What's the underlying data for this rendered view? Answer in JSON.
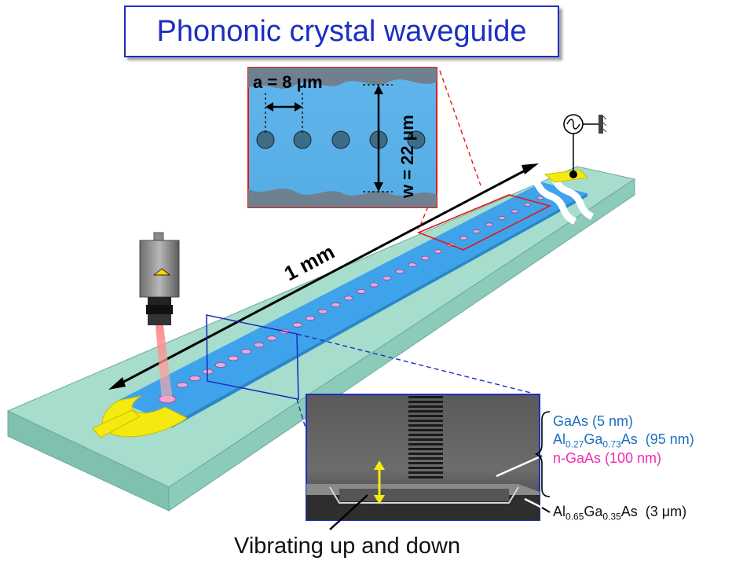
{
  "title": "Phononic crystal waveguide",
  "length_label": "1 mm",
  "inset_top": {
    "period_label": "a = 8 μm",
    "width_label": "w = 22 μm"
  },
  "layers": [
    {
      "text": "GaAs (5 nm)",
      "color": "#1c6fc0"
    },
    {
      "text": "Al0.27Ga0.73As  (95 nm)",
      "color": "#1c6fc0",
      "sub": true
    },
    {
      "text": "n-GaAs (100 nm)",
      "color": "#ee2fb0"
    }
  ],
  "substrate_label": "Al0.65Ga0.35As  (3 μm)",
  "caption": "Vibrating up and down",
  "colors": {
    "title": "#1c2fc0",
    "substrate": "#9fd9c8",
    "waveguide": "#3aa0ea",
    "electrode": "#f4ea10",
    "inset_red": "#e01818",
    "inset_blue": "#1c2fc0"
  },
  "icons": [
    "laser-camera-icon",
    "ac-source-icon",
    "ground-icon"
  ]
}
